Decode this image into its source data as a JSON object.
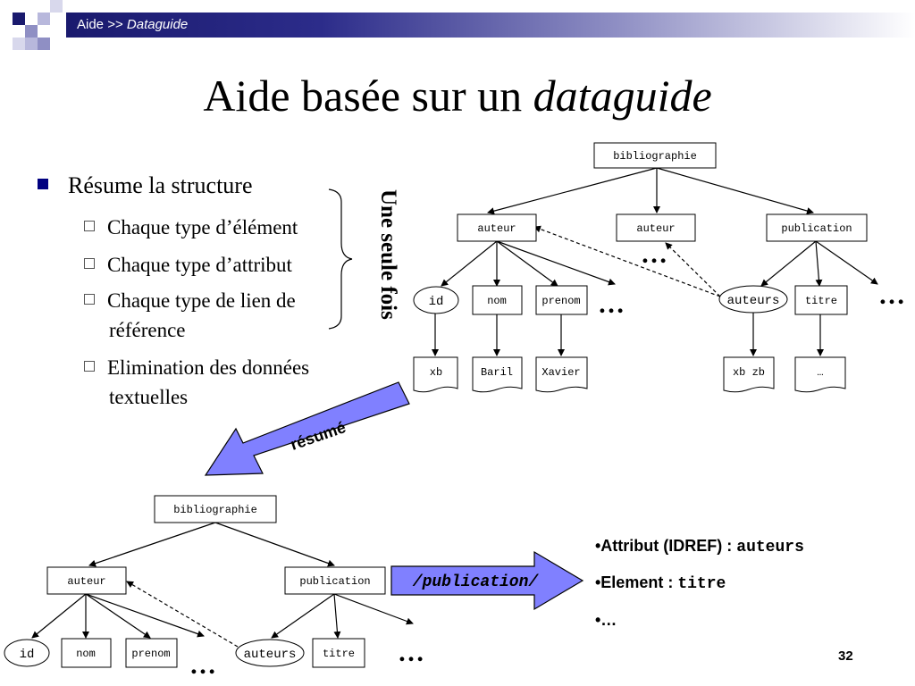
{
  "header": {
    "prefix": "Aide >> ",
    "section": "Dataguide"
  },
  "title": {
    "main": "Aide basée sur un ",
    "italic": "dataguide"
  },
  "bullets": {
    "main": "Résume la structure",
    "sub": [
      "Chaque type d’élément",
      "Chaque type d’attribut",
      "Chaque type de lien de",
      "référence",
      "Elimination des données",
      "textuelles"
    ],
    "brace_label": "Une seule fois"
  },
  "tree_top": {
    "root": "bibliographie",
    "level1": [
      "auteur",
      "auteur",
      "publication"
    ],
    "level2": [
      "id",
      "nom",
      "prenom",
      "auteurs",
      "titre"
    ],
    "leaves": [
      "xb",
      "Baril",
      "Xavier",
      "xb zb",
      "…"
    ],
    "ellipsis": "…"
  },
  "resume_arrow_label": "résumé",
  "tree_bottom": {
    "root": "bibliographie",
    "level1": [
      "auteur",
      "publication"
    ],
    "level2": [
      "id",
      "nom",
      "prenom",
      "auteurs",
      "titre"
    ],
    "ellipsis": "…"
  },
  "path_arrow_label": "/publication/",
  "right_list": [
    {
      "label": "•Attribut (IDREF) : ",
      "code": "auteurs"
    },
    {
      "label": "•Element : ",
      "code": "titre"
    },
    {
      "label": "•…",
      "code": ""
    }
  ],
  "page_number": "32",
  "colors": {
    "header_dark": "#1a1a6e",
    "arrow_fill": "#8080ff",
    "bullet": "#000080"
  }
}
